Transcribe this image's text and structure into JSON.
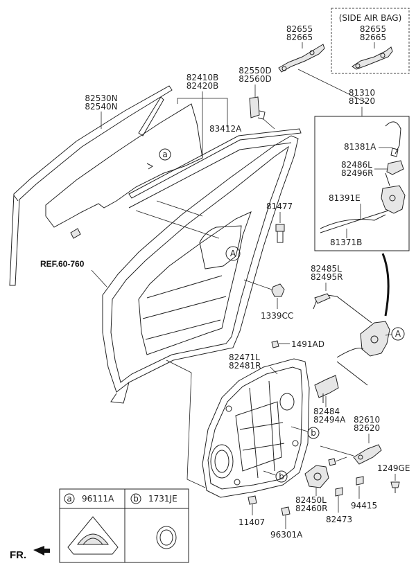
{
  "diagram": {
    "callouts": {
      "a": "a",
      "b": "b",
      "A": "A"
    },
    "side_air_bag": {
      "title": "(SIDE AIR BAG)",
      "part_1": "82655",
      "part_2": "82665"
    },
    "parts": {
      "p82655": "82655",
      "p82665": "82665",
      "p82410B": "82410B",
      "p82420B": "82420B",
      "p82550D": "82550D",
      "p82560D": "82560D",
      "p81310": "81310",
      "p81320": "81320",
      "p82530N": "82530N",
      "p82540N": "82540N",
      "p83412A": "83412A",
      "p81381A": "81381A",
      "p82486L": "82486L",
      "p82496R": "82496R",
      "p81391E": "81391E",
      "p81371B": "81371B",
      "p81477": "81477",
      "p82485L": "82485L",
      "p82495R": "82495R",
      "p1339CC": "1339CC",
      "p1491AD": "1491AD",
      "p82471L": "82471L",
      "p82481R": "82481R",
      "p82484": "82484",
      "p82494A": "82494A",
      "p82610": "82610",
      "p82620": "82620",
      "p1249GE": "1249GE",
      "p82450L": "82450L",
      "p82460R": "82460R",
      "p94415": "94415",
      "p82473": "82473",
      "p11407": "11407",
      "p96301A": "96301A"
    },
    "ref_label": "REF.60-760",
    "legend": {
      "a_letter": "a",
      "a_part": "96111A",
      "b_letter": "b",
      "b_part": "1731JE"
    },
    "direction_label": "FR."
  }
}
